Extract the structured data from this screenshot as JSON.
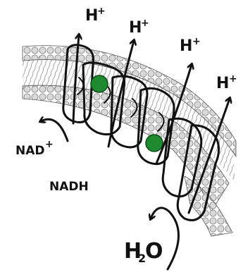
{
  "labels": {
    "h_plus": "H",
    "plus": "+",
    "nad_plus": "NAD",
    "nadh": "NADH",
    "h2o_h": "H",
    "h2o_2": "2",
    "h2o_o": "O"
  },
  "colors": {
    "ink": "#111111",
    "lipid_head": "#d9d9d9",
    "copper_center": "#1f8a2f",
    "protein_fill": "#ffffff"
  }
}
